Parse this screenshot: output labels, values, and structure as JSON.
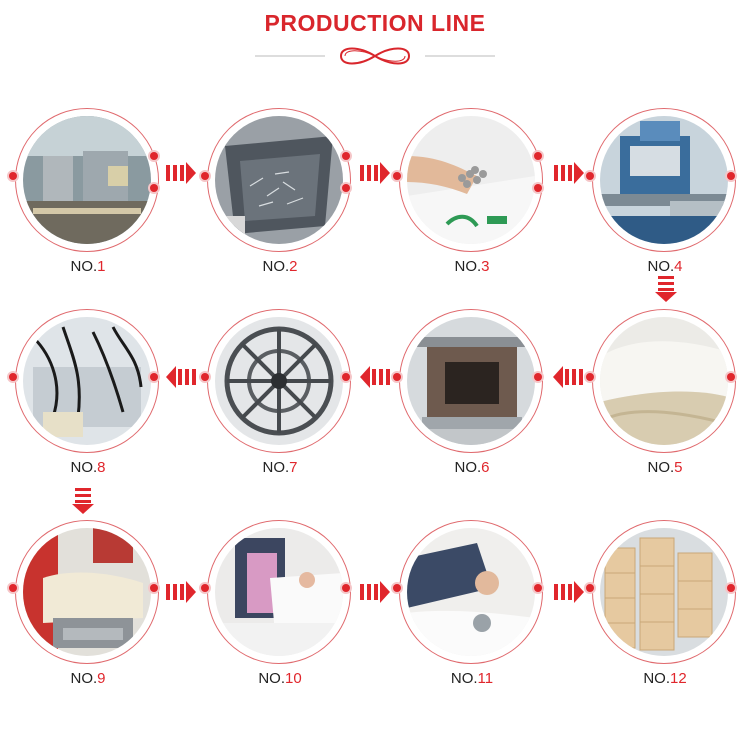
{
  "header": {
    "title": "PRODUCTION LINE"
  },
  "steps": [
    {
      "prefix": "NO.",
      "num": "1"
    },
    {
      "prefix": "NO.",
      "num": "2"
    },
    {
      "prefix": "NO.",
      "num": "3"
    },
    {
      "prefix": "NO.",
      "num": "4"
    },
    {
      "prefix": "NO.",
      "num": "5"
    },
    {
      "prefix": "NO.",
      "num": "6"
    },
    {
      "prefix": "NO.",
      "num": "7"
    },
    {
      "prefix": "NO.",
      "num": "8"
    },
    {
      "prefix": "NO.",
      "num": "9"
    },
    {
      "prefix": "NO.",
      "num": "10"
    },
    {
      "prefix": "NO.",
      "num": "11"
    },
    {
      "prefix": "NO.",
      "num": "12"
    }
  ],
  "colors": {
    "accent": "#e0262c",
    "ring": "#e06a6e",
    "title": "#d9262c"
  },
  "icons": {
    "flow_arrow": "triple-chevron-arrow-icon",
    "title_ornament": "infinity-loop-icon"
  }
}
